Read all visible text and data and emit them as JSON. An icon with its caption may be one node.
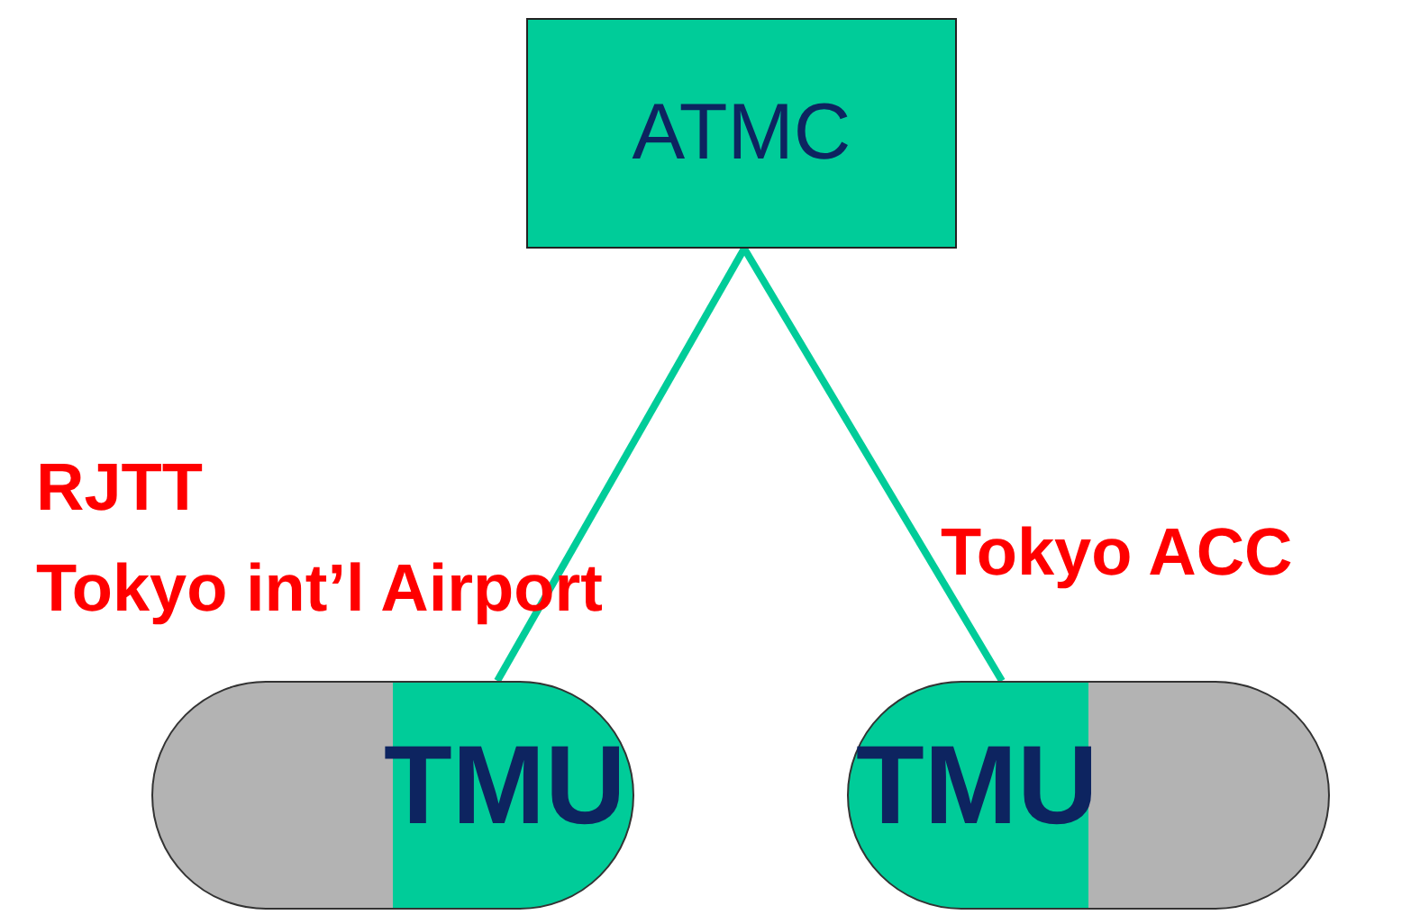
{
  "diagram": {
    "nodes": [
      {
        "text": [
          "ATMC"
        ]
      },
      {
        "text": [
          "TMU"
        ],
        "beside": [
          "RJTT",
          "Tokyo int’l Airport"
        ]
      },
      {
        "text": [
          "TMU"
        ],
        "beside": [
          "Tokyo ACC"
        ]
      }
    ],
    "edges": [
      {
        "from": 0,
        "to": 1,
        "arrow": "none"
      },
      {
        "from": 0,
        "to": 2,
        "arrow": "none"
      }
    ]
  }
}
